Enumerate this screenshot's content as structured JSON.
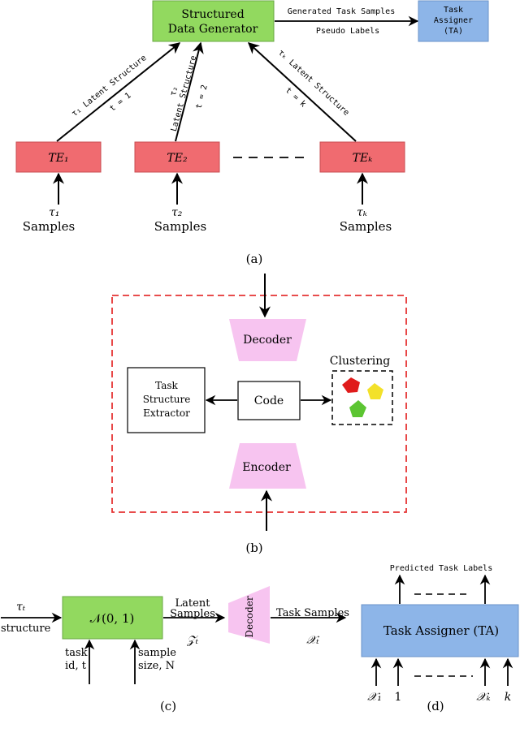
{
  "colors": {
    "green": "#92d95f",
    "blue": "#8db5e8",
    "red": "#f06b70",
    "pink": "#f7c4f0",
    "dashed_red": "#e53333",
    "shape_red": "#e01b1b",
    "shape_yellow": "#f3e12a",
    "shape_green": "#5cc532"
  },
  "panel_a": {
    "generator_line1": "Structured",
    "generator_line2": "Data Generator",
    "arrow_top_label": "Generated Task Samples",
    "arrow_bottom_label": "Pseudo Labels",
    "ta_line1": "Task",
    "ta_line2": "Assigner",
    "ta_line3": "(TA)",
    "link1_label": "τ₁ Latent Structure",
    "link1_t": "t = 1",
    "link2_tau": "τ₂",
    "link2_label": "Latent Structure",
    "link2_t": "t = 2",
    "linkk_label": "τₖ Latent Structure",
    "linkk_t": "t = k",
    "te1": "TE₁",
    "te2": "TE₂",
    "tek": "TEₖ",
    "tau1": "τ₁",
    "tau2": "τ₂",
    "tauk": "τₖ",
    "samples": "Samples",
    "caption": "(a)"
  },
  "panel_b": {
    "decoder": "Decoder",
    "encoder": "Encoder",
    "code": "Code",
    "clustering": "Clustering",
    "extractor_line1": "Task",
    "extractor_line2": "Structure",
    "extractor_line3": "Extractor",
    "caption": "(b)"
  },
  "panel_c": {
    "tau_t": "τₜ",
    "structure": "structure",
    "normal": "𝒩(0, 1)",
    "latent_line1": "Latent",
    "latent_line2": "Samples",
    "z_t": "𝒵ₜ",
    "decoder": "Decoder",
    "task_samples": "Task Samples",
    "x_t": "𝒳ₜ",
    "task_id_line1": "task",
    "task_id_line2": "id, t",
    "sample_size_line1": "sample",
    "sample_size_line2": "size, N",
    "caption": "(c)"
  },
  "panel_d": {
    "predicted": "Predicted Task Labels",
    "ta": "Task Assigner (TA)",
    "x1": "𝒳₁",
    "one": "1",
    "xk": "𝒳ₖ",
    "k": "k",
    "caption": "(d)"
  }
}
